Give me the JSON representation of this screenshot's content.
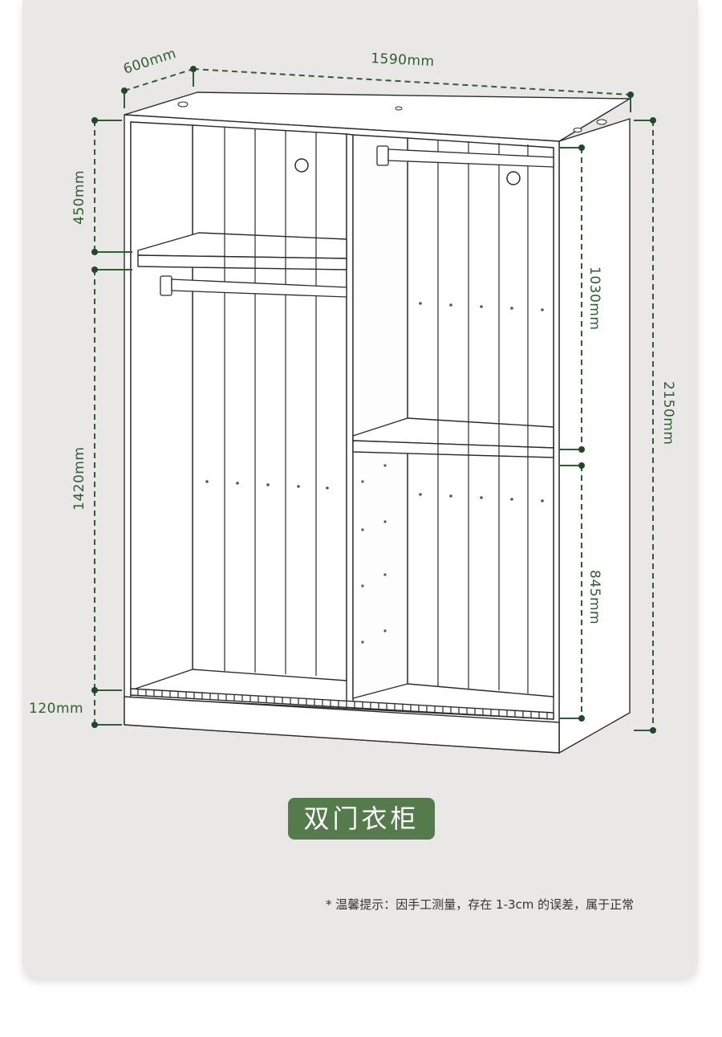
{
  "product": {
    "title": "双门衣柜",
    "note": "* 温馨提示：因手工测量，存在 1-3cm 的误差，属于正常"
  },
  "dimensions": {
    "width": "1590mm",
    "depth": "600mm",
    "height": "2150mm",
    "left_top_section": "450mm",
    "left_hanging_section": "1420mm",
    "base": "120mm",
    "right_hanging_section": "1030mm",
    "right_bottom_section": "845mm"
  },
  "colors": {
    "dimension_line": "#2f5d34",
    "badge": "#557a4c",
    "background": "#e9e8e6"
  }
}
